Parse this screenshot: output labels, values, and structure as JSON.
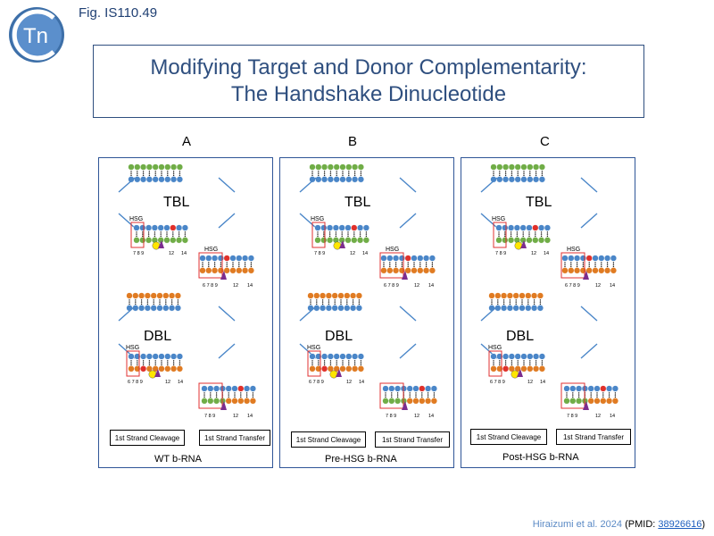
{
  "header": {
    "logo_text": "Tn",
    "fig_label": "Fig. IS110.49",
    "title_line1": "Modifying Target and Donor Complementarity:",
    "title_line2": "The Handshake Dinucleotide"
  },
  "colors": {
    "panel_border": "#2f5597",
    "blue_nt": "#4a86c8",
    "green_nt": "#70ad47",
    "orange_nt": "#e07b22",
    "red_nt": "#e0302a",
    "highlight_box": "#e03030",
    "cleavage_marker": "#7b2d8e",
    "yellow_site": "#ffe600"
  },
  "panels": [
    {
      "letter": "A",
      "tbl_label": "TBL",
      "dbl_label": "DBL",
      "hsg_label": "HSG",
      "pos_7": "7",
      "pos_8": "8",
      "pos_9": "9",
      "pos_12": "12",
      "pos_14": "14",
      "pos_6": "6",
      "button_cleavage": "1st Strand Cleavage",
      "button_transfer": "1st Strand Transfer",
      "caption": "WT b-RNA"
    },
    {
      "letter": "B",
      "tbl_label": "TBL",
      "dbl_label": "DBL",
      "hsg_label": "HSG",
      "pos_7": "7",
      "pos_8": "8",
      "pos_9": "9",
      "pos_12": "12",
      "pos_14": "14",
      "pos_6": "6",
      "button_cleavage": "1st Strand Cleavage",
      "button_transfer": "1st Strand Transfer",
      "caption": "Pre-HSG b-RNA"
    },
    {
      "letter": "C",
      "tbl_label": "TBL",
      "dbl_label": "DBL",
      "hsg_label": "HSG",
      "pos_7": "7",
      "pos_8": "8",
      "pos_9": "9",
      "pos_12": "12",
      "pos_14": "14",
      "pos_6": "6",
      "button_cleavage": "1st Strand Cleavage",
      "button_transfer": "1st Strand Transfer",
      "caption": "Post-HSG b-RNA"
    }
  ],
  "citation": {
    "authors": "Hiraizumi et al. 2024",
    "pmid_prefix": "(PMID: ",
    "pmid": "38926616",
    "pmid_suffix": ")"
  }
}
